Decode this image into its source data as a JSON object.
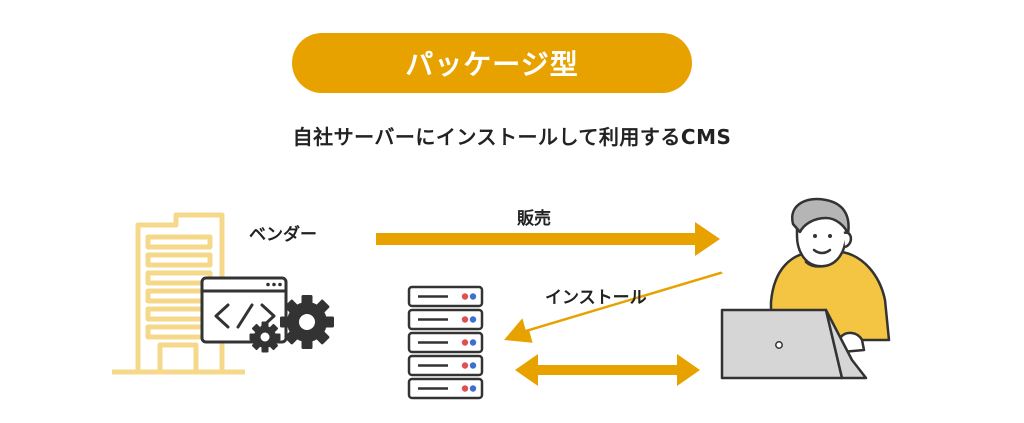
{
  "header": {
    "title": "パッケージ型",
    "subtitle": "自社サーバーにインストールして利用するCMS"
  },
  "labels": {
    "vendor": "ベンダー",
    "sales": "販売",
    "install": "インストール"
  },
  "icons": [
    "building-icon",
    "code-window-icon",
    "gear-icon",
    "server-rack-icon",
    "person-icon",
    "laptop-icon"
  ],
  "colors": {
    "accent": "#E8A200",
    "building": "#F5D88A",
    "text": "#222222",
    "ink": "#333333",
    "server_red": "#E05050",
    "server_blue": "#3B6FD0",
    "shirt": "#F4C542",
    "laptop": "#D6D6D6"
  }
}
